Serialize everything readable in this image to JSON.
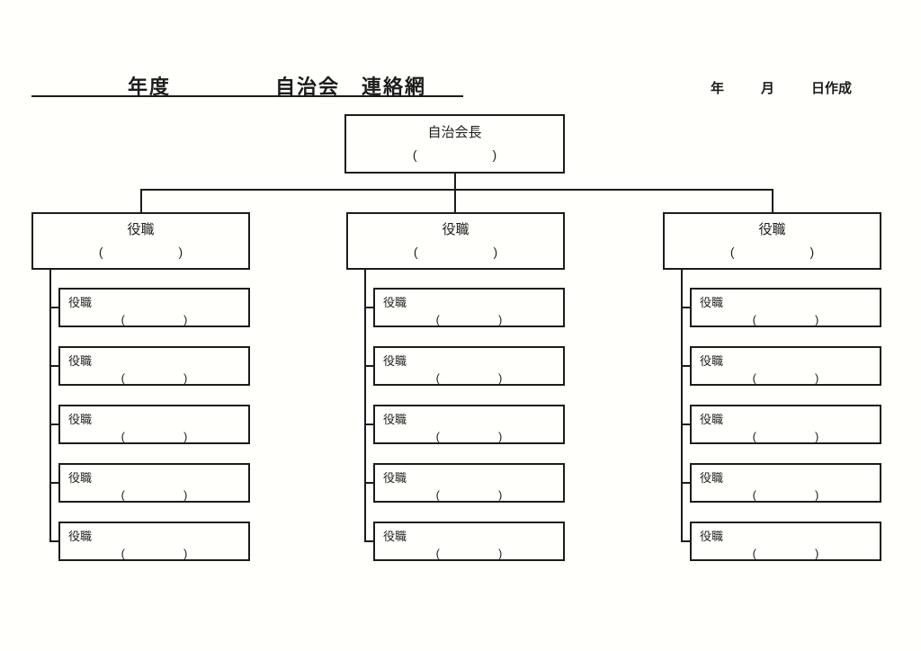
{
  "title": {
    "year_suffix": "年度",
    "main": "自治会　連絡網"
  },
  "created": {
    "year": "年",
    "month": "月",
    "day_suffix": "日作成"
  },
  "colors": {
    "ink": "#1c1c1c",
    "paper": "#fffffc"
  },
  "org": {
    "root": {
      "label": "自治会長",
      "value": "(　　　　　　)"
    },
    "columns": [
      {
        "head": {
          "label": "役職",
          "value": "(　　　　　　)"
        },
        "members": [
          {
            "label": "役職",
            "value": "(　　　　　)"
          },
          {
            "label": "役職",
            "value": "(　　　　　)"
          },
          {
            "label": "役職",
            "value": "(　　　　　)"
          },
          {
            "label": "役職",
            "value": "(　　　　　)"
          },
          {
            "label": "役職",
            "value": "(　　　　　)"
          }
        ]
      },
      {
        "head": {
          "label": "役職",
          "value": "(　　　　　　)"
        },
        "members": [
          {
            "label": "役職",
            "value": "(　　　　　)"
          },
          {
            "label": "役職",
            "value": "(　　　　　)"
          },
          {
            "label": "役職",
            "value": "(　　　　　)"
          },
          {
            "label": "役職",
            "value": "(　　　　　)"
          },
          {
            "label": "役職",
            "value": "(　　　　　)"
          }
        ]
      },
      {
        "head": {
          "label": "役職",
          "value": "(　　　　　　)"
        },
        "members": [
          {
            "label": "役職",
            "value": "(　　　　　)"
          },
          {
            "label": "役職",
            "value": "(　　　　　)"
          },
          {
            "label": "役職",
            "value": "(　　　　　)"
          },
          {
            "label": "役職",
            "value": "(　　　　　)"
          },
          {
            "label": "役職",
            "value": "(　　　　　)"
          }
        ]
      }
    ]
  }
}
